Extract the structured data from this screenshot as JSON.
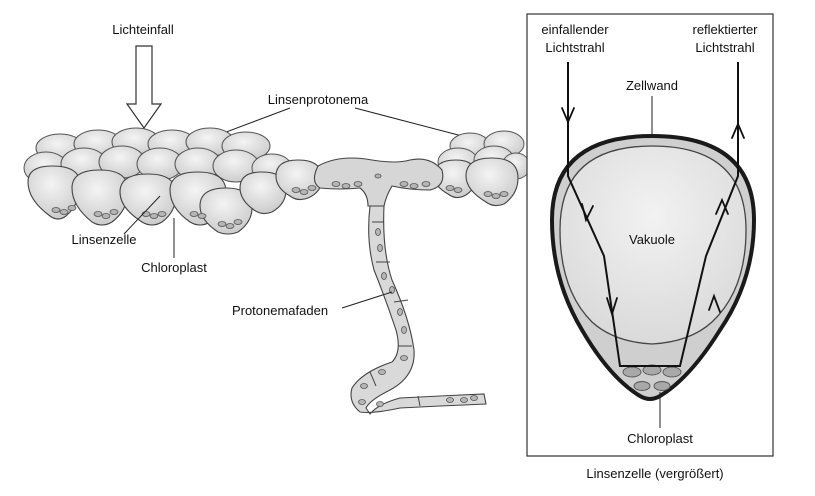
{
  "left_panel": {
    "light_label": "Lichteinfall",
    "protonema_label": "Linsenprotonema",
    "cell_label": "Linsenzelle",
    "chloroplast_label": "Chloroplast",
    "filament_label": "Protonemafaden"
  },
  "right_panel": {
    "incoming_line1": "einfallender",
    "incoming_line2": "Lichtstrahl",
    "reflected_line1": "reflektierter",
    "reflected_line2": "Lichtstrahl",
    "wall_label": "Zellwand",
    "vacuole_label": "Vakuole",
    "chloroplast_label": "Chloroplast",
    "caption": "Linsenzelle (vergrößert)"
  },
  "colors": {
    "cell_fill": "#dcdcdc",
    "cell_stroke": "#4a4a4a",
    "vacuole_fill": "#e6e6e6",
    "chloroplast_fill": "#b8b8b8"
  }
}
